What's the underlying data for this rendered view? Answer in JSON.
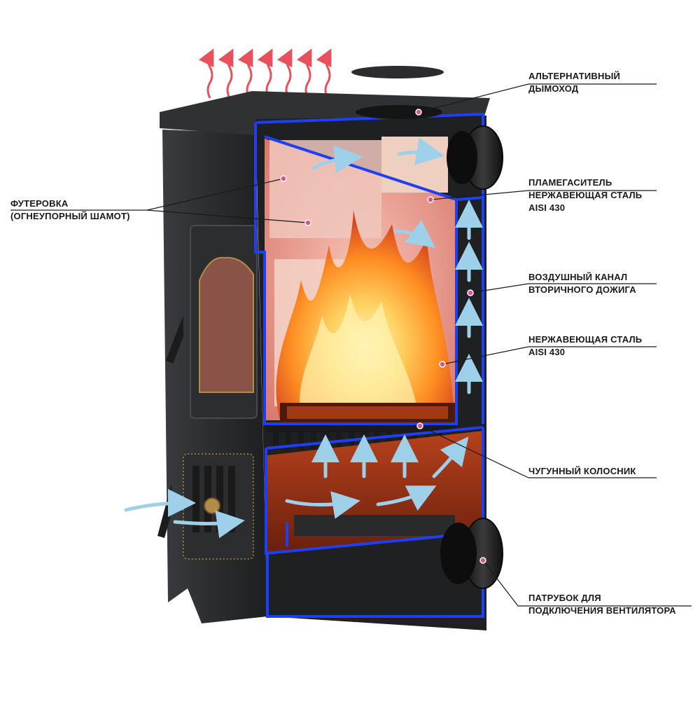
{
  "labels": {
    "alt_chimney": {
      "line1": "АЛЬТЕРНАТИВНЫЙ",
      "line2": "ДЫМОХОД"
    },
    "flame_arrester": {
      "line1": "ПЛАМЕГАСИТЕЛЬ",
      "line2": "НЕРЖАВЕЮЩАЯ СТАЛЬ",
      "line3": "AISI 430"
    },
    "lining": {
      "line1": "ФУТЕРОВКА",
      "line2": "(ОГНЕУПОРНЫЙ ШАМОТ)"
    },
    "air_channel": {
      "line1": "ВОЗДУШНЫЙ КАНАЛ",
      "line2": "ВТОРИЧНОГО ДОЖИГА"
    },
    "stainless": {
      "line1": "НЕРЖАВЕЮЩАЯ СТАЛЬ",
      "line2": "AISI 430"
    },
    "grate": {
      "line1": "ЧУГУННЫЙ КОЛОСНИК"
    },
    "fan_pipe": {
      "line1": "ПАТРУБОК ДЛЯ",
      "line2": "ПОДКЛЮЧЕНИЯ ВЕНТИЛЯТОРА"
    }
  },
  "colors": {
    "body": "#2b2d2f",
    "section_outline": "#1f3ff5",
    "fire": "#ff8a1a",
    "brick": "#f0c7bd",
    "heat_arrows": "#e8505b",
    "air_arrows": "#9fd0ea",
    "callout_dot": "#e0508a"
  },
  "icons": [
    "heat-wave-arrows",
    "air-flow-arrows",
    "door-handle-icon",
    "air-damper-icon"
  ]
}
